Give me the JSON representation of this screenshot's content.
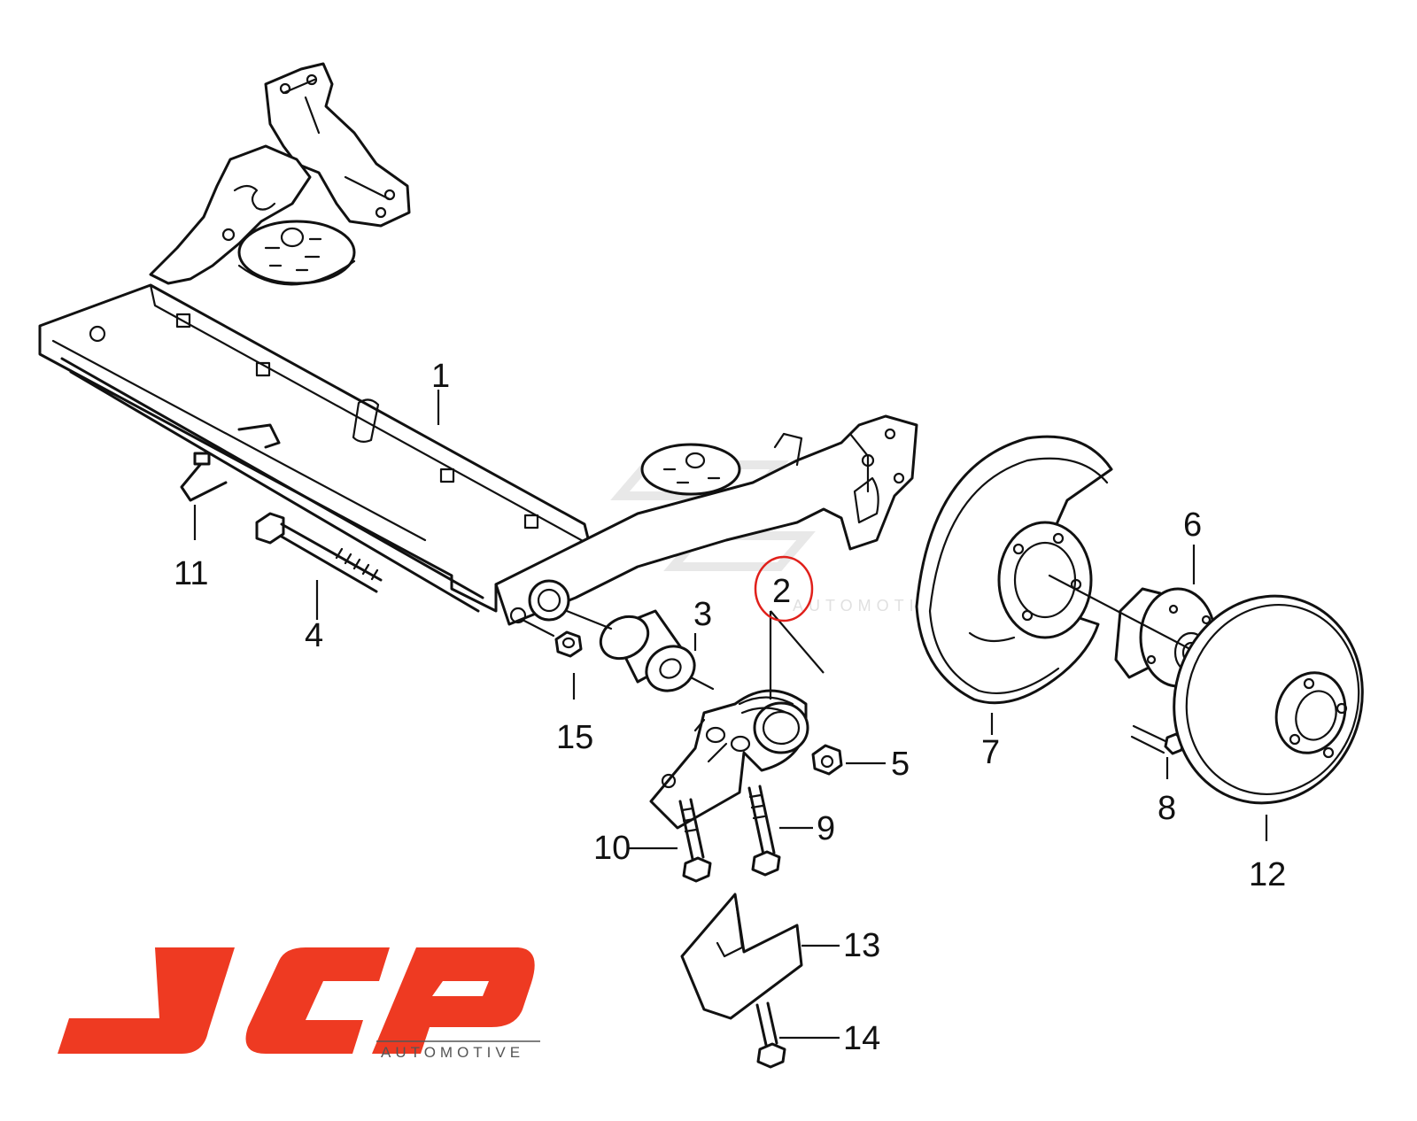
{
  "callouts": [
    {
      "id": "1",
      "text": "1"
    },
    {
      "id": "2",
      "text": "2"
    },
    {
      "id": "3",
      "text": "3"
    },
    {
      "id": "4",
      "text": "4"
    },
    {
      "id": "5",
      "text": "5"
    },
    {
      "id": "6",
      "text": "6"
    },
    {
      "id": "7",
      "text": "7"
    },
    {
      "id": "8",
      "text": "8"
    },
    {
      "id": "9",
      "text": "9"
    },
    {
      "id": "10",
      "text": "10"
    },
    {
      "id": "11",
      "text": "11"
    },
    {
      "id": "12",
      "text": "12"
    },
    {
      "id": "13",
      "text": "13"
    },
    {
      "id": "14",
      "text": "14"
    },
    {
      "id": "15",
      "text": "15"
    }
  ],
  "highlighted_callout": "2",
  "colors": {
    "highlight_circle": "#e0201b",
    "logo_red": "#ee3a22",
    "line": "#111111"
  },
  "logo": {
    "text": "JCP",
    "tagline": "AUTOMOTIVE"
  },
  "watermark": {
    "text": "AUTOMOTIVE"
  }
}
